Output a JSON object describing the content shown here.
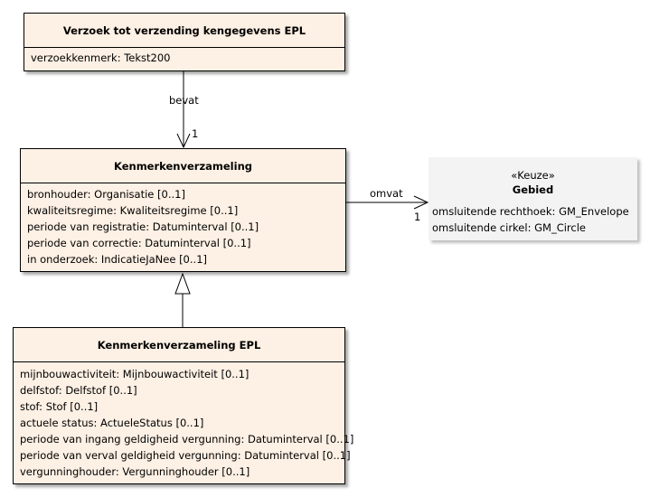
{
  "classes": {
    "verzoek": {
      "name": "Verzoek tot verzending kengegevens EPL",
      "attributes": [
        "verzoekkenmerk: Tekst200"
      ]
    },
    "kenmerken": {
      "name": "Kenmerkenverzameling",
      "attributes": [
        "bronhouder: Organisatie [0..1]",
        "kwaliteitsregime: Kwaliteitsregime [0..1]",
        "periode van registratie: Datuminterval [0..1]",
        "periode van correctie: Datuminterval [0..1]",
        "in onderzoek: IndicatieJaNee [0..1]"
      ]
    },
    "kenmerken_epl": {
      "name": "Kenmerkenverzameling EPL",
      "attributes": [
        "mijnbouwactiviteit: Mijnbouwactiviteit [0..1]",
        "delfstof: Delfstof [0..1]",
        "stof: Stof [0..1]",
        "actuele status: ActueleStatus [0..1]",
        "periode van ingang geldigheid vergunning: Datuminterval [0..1]",
        "periode van verval geldigheid vergunning: Datuminterval [0..1]",
        "vergunninghouder: Vergunninghouder [0..1]"
      ]
    },
    "gebied": {
      "stereotype": "«Keuze»",
      "name": "Gebied",
      "attributes": [
        "omsluitende rechthoek: GM_Envelope",
        "omsluitende cirkel: GM_Circle"
      ]
    }
  },
  "associations": {
    "bevat": {
      "label": "bevat",
      "multiplicity": "1"
    },
    "omvat": {
      "label": "omvat",
      "multiplicity": "1"
    }
  }
}
